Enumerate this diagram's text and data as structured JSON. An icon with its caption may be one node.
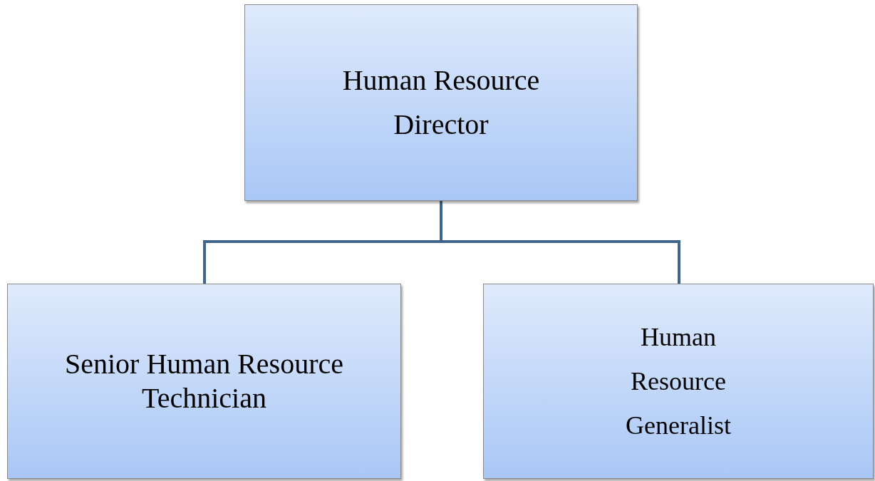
{
  "diagram": {
    "nodes": [
      {
        "text": [
          "Human Resource Director"
        ]
      },
      {
        "text": [
          "Senior Human Resource Technician"
        ]
      },
      {
        "text": [
          "Human Resource Generalist"
        ]
      }
    ],
    "edges": [
      {
        "from": 0,
        "to": 1,
        "arrow": "none"
      },
      {
        "from": 0,
        "to": 2,
        "arrow": "none"
      }
    ]
  }
}
